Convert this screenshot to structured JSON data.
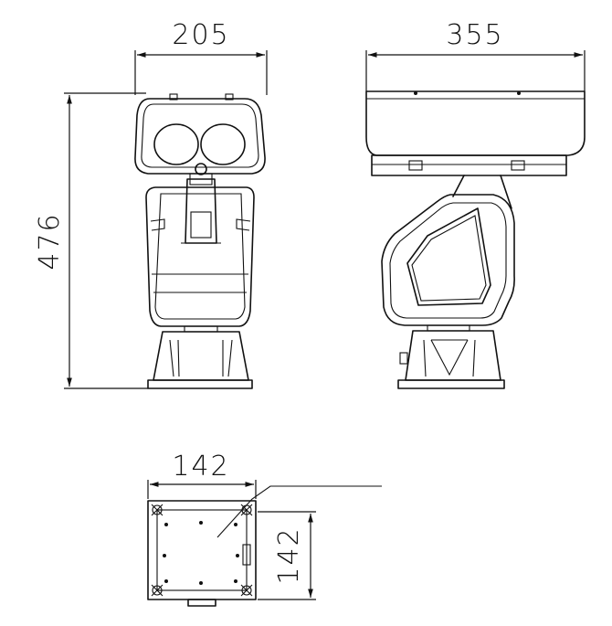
{
  "dimensions": {
    "front_width": "205",
    "side_width": "355",
    "height": "476",
    "base_width": "142",
    "base_depth": "142"
  }
}
